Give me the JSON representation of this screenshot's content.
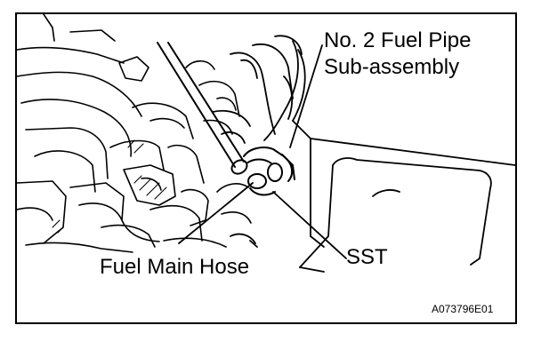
{
  "callouts": {
    "fuel_pipe_line1": "No. 2 Fuel Pipe",
    "fuel_pipe_line2": "Sub-assembly",
    "sst": "SST",
    "fuel_main_hose": "Fuel Main Hose"
  },
  "figure_id": "A073796E01",
  "colors": {
    "ink": "#000000",
    "paper": "#ffffff"
  }
}
